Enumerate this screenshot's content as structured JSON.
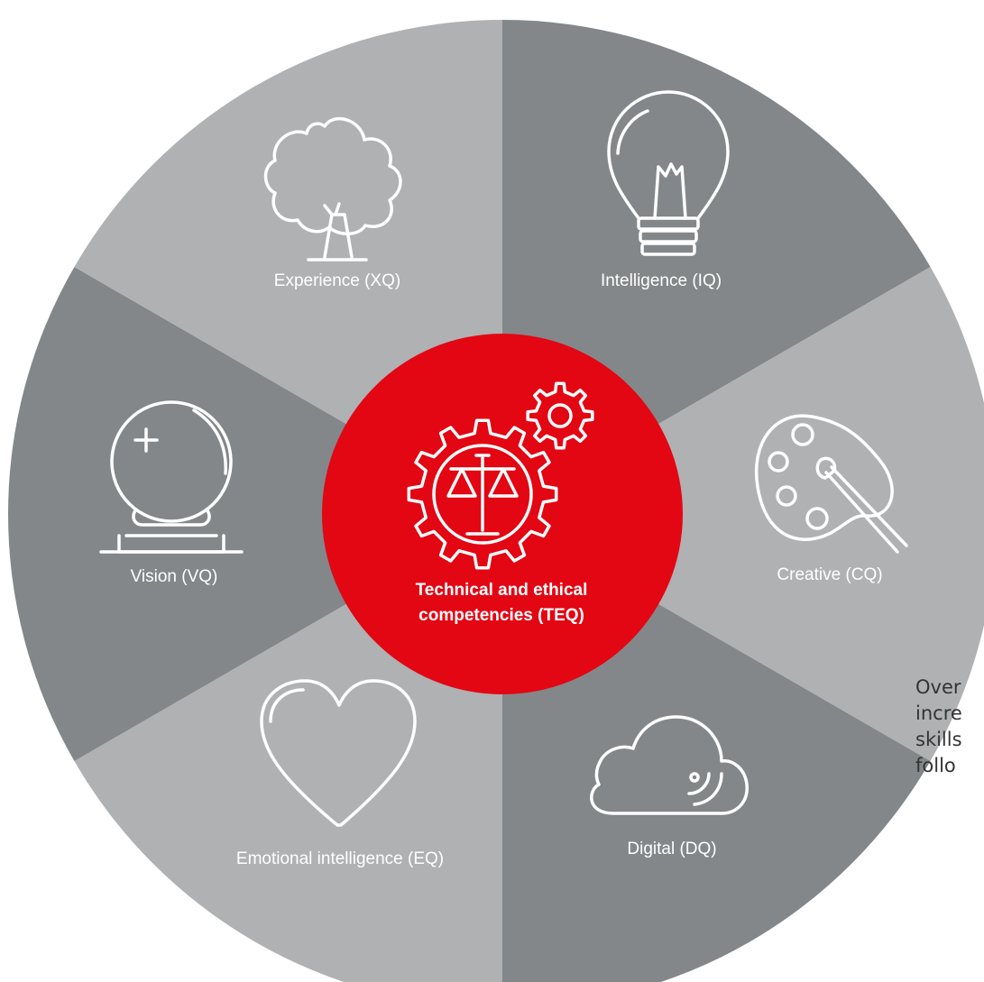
{
  "colors": {
    "segment_dark": "#838789",
    "segment_light": "#afb1b3",
    "center_red": "#e30613",
    "icon_white": "#ffffff"
  },
  "segments": [
    {
      "id": "intelligence",
      "label": "Intelligence (IQ)",
      "icon": "lightbulb-icon",
      "shade": "dark"
    },
    {
      "id": "creative",
      "label": "Creative (CQ)",
      "icon": "palette-icon",
      "shade": "light"
    },
    {
      "id": "digital",
      "label": "Digital (DQ)",
      "icon": "cloud-icon",
      "shade": "dark"
    },
    {
      "id": "emotional",
      "label": "Emotional intelligence (EQ)",
      "icon": "heart-icon",
      "shade": "light"
    },
    {
      "id": "vision",
      "label": "Vision (VQ)",
      "icon": "crystal-ball-icon",
      "shade": "dark"
    },
    {
      "id": "experience",
      "label": "Experience (XQ)",
      "icon": "tree-icon",
      "shade": "light"
    }
  ],
  "center": {
    "label_line1": "Technical and ethical",
    "label_line2": "competencies (TEQ)",
    "icon": "gear-scales-icon"
  },
  "side_text": {
    "lines": [
      "Over",
      "incre",
      "skills",
      "follo"
    ]
  }
}
